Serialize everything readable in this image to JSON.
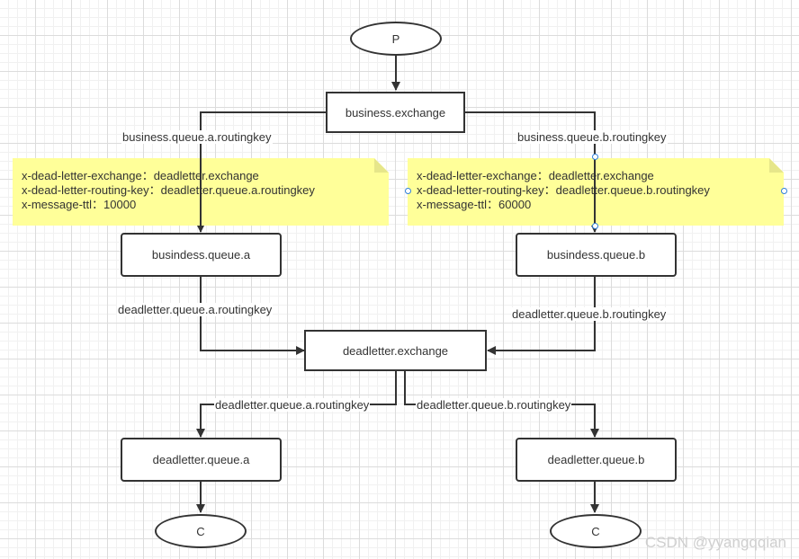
{
  "nodes": {
    "producer": "P",
    "business_exchange": "business.exchange",
    "queue_a": "busindess.queue.a",
    "queue_b": "busindess.queue.b",
    "deadletter_exchange": "deadletter.exchange",
    "dl_queue_a": "deadletter.queue.a",
    "dl_queue_b": "deadletter.queue.b",
    "consumer_a": "C",
    "consumer_b": "C"
  },
  "edge_labels": {
    "business_a": "business.queue.a.routingkey",
    "business_b": "business.queue.b.routingkey",
    "qa_to_dlx": "deadletter.queue.a.routingkey",
    "qb_to_dlx": "deadletter.queue.b.routingkey",
    "dlx_to_dla": "deadletter.queue.a.routingkey",
    "dlx_to_dlb": "deadletter.queue.b.routingkey"
  },
  "notes": {
    "queue_a": {
      "line1": "x-dead-letter-exchange：deadletter.exchange",
      "line2": "x-dead-letter-routing-key：deadletter.queue.a.routingkey",
      "line3": "x-message-ttl：10000"
    },
    "queue_b": {
      "line1": "x-dead-letter-exchange：deadletter.exchange",
      "line2": "x-dead-letter-routing-key：deadletter.queue.b.routingkey",
      "line3": "x-message-ttl：60000"
    }
  },
  "watermark": "CSDN @yyangqqian",
  "colors": {
    "stroke": "#333333",
    "note_fill": "#ffff99",
    "selection_handle": "#2f7fd8"
  }
}
